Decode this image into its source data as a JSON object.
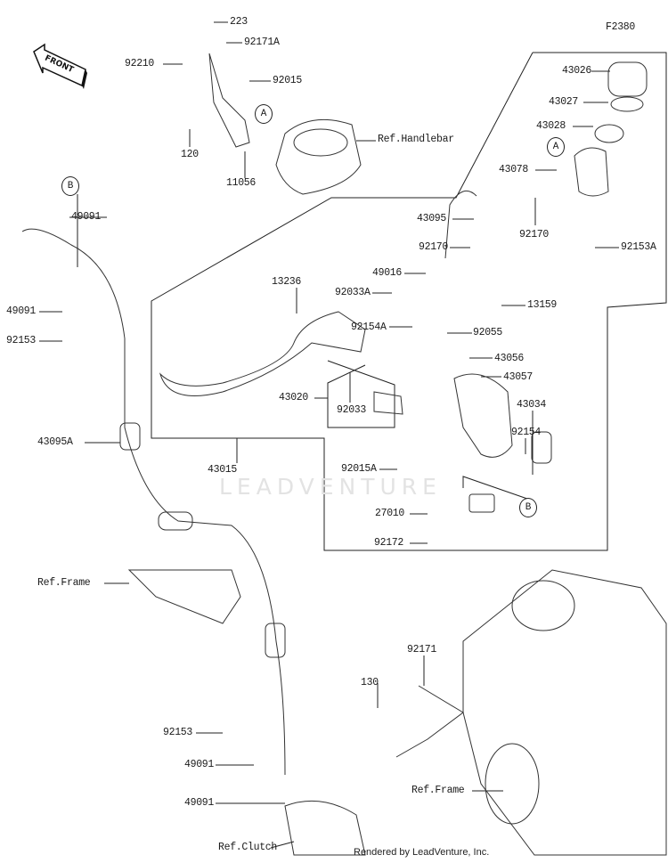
{
  "diagram_code": "F2380",
  "front_label": "FRONT",
  "watermark": "LEADVENTURE",
  "credit": "Rendered by LeadVenture, Inc.",
  "callouts": [
    "A",
    "A",
    "B",
    "B"
  ],
  "parts": [
    "223",
    "92171A",
    "92210",
    "92015",
    "120",
    "11056",
    "Ref.Handlebar",
    "43026",
    "43027",
    "43028",
    "43078",
    "43095",
    "92170",
    "92170",
    "92153A",
    "49016",
    "92033A",
    "13159",
    "13236",
    "92154A",
    "92055",
    "43056",
    "43057",
    "43020",
    "92033",
    "43034",
    "92154",
    "43015",
    "92015A",
    "27010",
    "92172",
    "49091",
    "49091",
    "92153",
    "43095A",
    "Ref.Frame",
    "92171",
    "130",
    "92153",
    "49091",
    "49091",
    "Ref.Frame",
    "Ref.Clutch"
  ]
}
